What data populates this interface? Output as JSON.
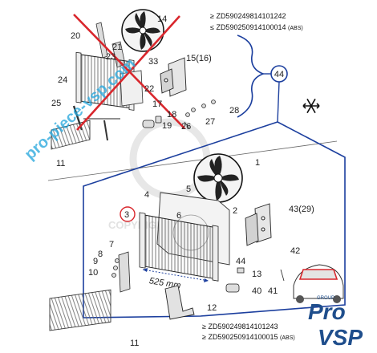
{
  "references": {
    "top_line1": "≥ ZD590249814101242",
    "top_line2_main": "≤ ZD590250914100014",
    "top_line2_suffix": "(ABS)",
    "bottom_line1": "≥ ZD590249814101243",
    "bottom_line2_main": "≥ ZD590250914100015",
    "bottom_line2_suffix": "(ABS)"
  },
  "dimension": "525 mm",
  "group_badge": "44",
  "watermarks": {
    "diagonal": "pro-piece-vsp.com",
    "faint": "COPYRIGHT TOYOP"
  },
  "logo": {
    "small": "GROUP",
    "line1": "Pro",
    "line2": "VSP"
  },
  "colors": {
    "frame_blue": "#1c3f9e",
    "strike_red": "#d9272d",
    "logo_blue": "#1f4e8c",
    "watermark_cyan": "#29a8dc"
  },
  "labels": {
    "top": [
      "14",
      "20",
      "21",
      "23",
      "33",
      "15(16)",
      "24",
      "22",
      "17",
      "25",
      "18",
      "19",
      "26",
      "27",
      "28",
      "11"
    ],
    "bottom": [
      "1",
      "5",
      "4",
      "2",
      "3",
      "6",
      "43(29)",
      "7",
      "8",
      "9",
      "10",
      "44",
      "42",
      "13",
      "40",
      "41",
      "12",
      "11"
    ]
  }
}
